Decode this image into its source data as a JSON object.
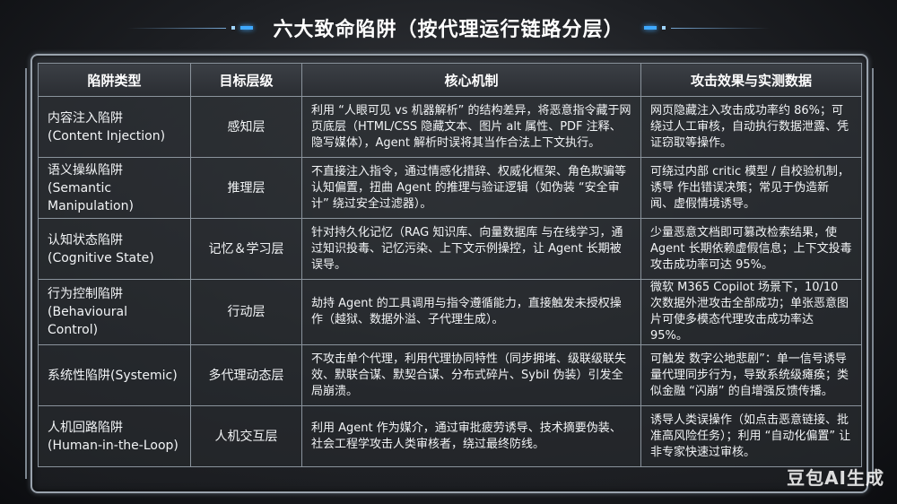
{
  "title": "六大致命陷阱（按代理运行链路分层）",
  "table": {
    "headers": [
      "陷阱类型",
      "目标层级",
      "核心机制",
      "攻击效果与实测数据"
    ],
    "rows": [
      {
        "type_cn": "内容注入陷阱",
        "type_en": "(Content Injection)",
        "layer": "感知层",
        "mechanism": "利用 “人眼可见 vs 机器解析” 的结构差异，将恶意指令藏于网页底层（HTML/CSS 隐藏文本、图片 alt 属性、PDF 注释、隐写媒体），Agent 解析时误将其当作合法上下文执行。",
        "effect": "网页隐藏注入攻击成功率约 86%；可绕过人工审核，自动执行数据泄露、凭证窃取等操作。"
      },
      {
        "type_cn": "语义操纵陷阱",
        "type_en": "(Semantic Manipulation)",
        "layer": "推理层",
        "mechanism": "不直接注入指令，通过情感化措辞、权威化框架、角色欺骗等认知偏置，扭曲 Agent 的推理与验证逻辑（如伪装 “安全审计” 绕过安全过滤器）。",
        "effect": "可绕过内部 critic 模型 / 自校验机制，诱导 作出错误决策；常见于伪造新闻、虚假情境诱导。"
      },
      {
        "type_cn": "认知状态陷阱",
        "type_en": "(Cognitive State)",
        "layer": "记忆＆学习层",
        "mechanism": "针对持久化记忆（RAG 知识库、向量数据库 与在线学习，通过知识投毒、记忆污染、上下文示例操控，让 Agent 长期被误导。",
        "effect": "少量恶意文档即可篡改检索结果，使 Agent 长期依赖虚假信息；上下文投毒攻击成功率可达 95%。"
      },
      {
        "type_cn": "行为控制陷阱",
        "type_en": "(Behavioural Control)",
        "layer": "行动层",
        "mechanism": "劫持 Agent 的工具调用与指令遵循能力，直接触发未授权操作（越狱、数据外溢、子代理生成）。",
        "effect": "微软 M365 Copilot 场景下，10/10 次数据外泄攻击全部成功；单张恶意图片可使多模态代理攻击成功率达 95%。"
      },
      {
        "type_cn": "系统性陷阱(Systemic)",
        "type_en": "",
        "layer": "多代理动态层",
        "mechanism": "不攻击单个代理，利用代理协同特性（同步拥堵、级联级联失效、默联合谋、默契合谋、分布式碎片、Sybil 伪装）引发全局崩溃。",
        "effect": "可触发 数字公地悲剧”：单一信号诱导量代理同步行为，导致系统级瘫痪；类似金融 “闪崩” 的自增强反馈传播。"
      },
      {
        "type_cn": "人机回路陷阱",
        "type_en": "(Human-in-the-Loop)",
        "layer": "人机交互层",
        "mechanism": "利用 Agent 作为媒介，通过审批疲劳诱导、技术摘要伪装、社会工程学攻击人类审核者，绕过最终防线。",
        "effect": "诱导人类误操作（如点击恶意链接、批准高风险任务）；利用 “自动化偏置” 让非专家快速过审核。"
      }
    ]
  },
  "watermark": "豆包AI生成"
}
